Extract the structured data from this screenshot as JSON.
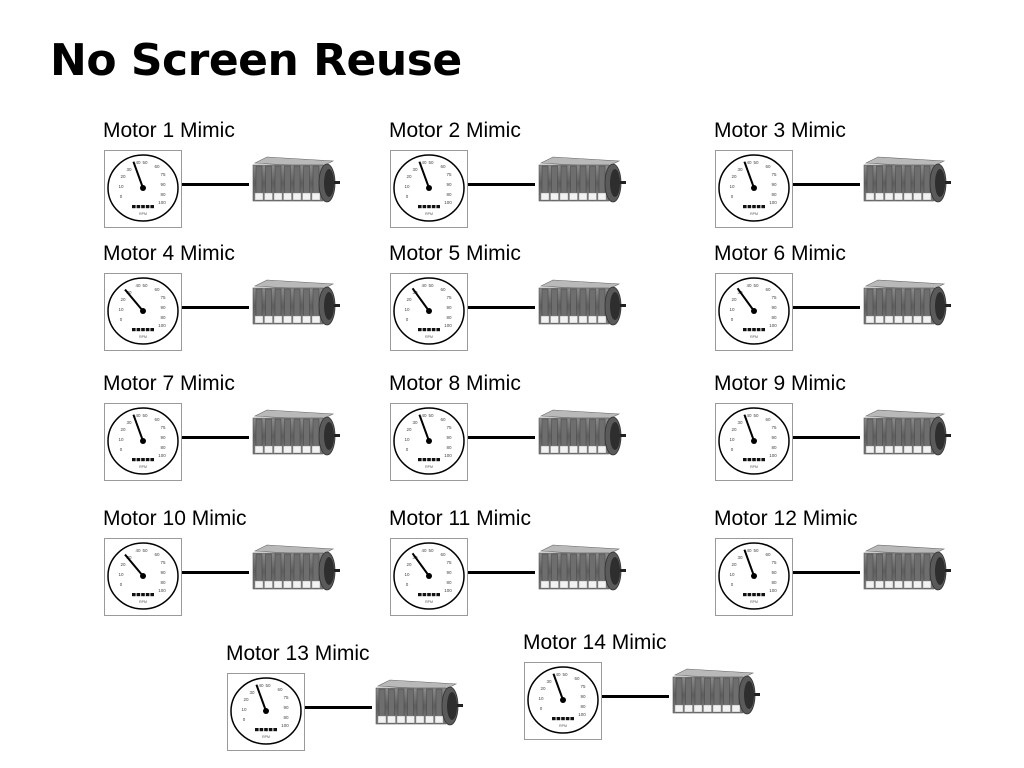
{
  "page": {
    "title": "No Screen Reuse"
  },
  "gauge_scale": [
    "0",
    "10",
    "20",
    "30",
    "40",
    "50",
    "60",
    "75",
    "90",
    "80",
    "100"
  ],
  "gauge_unit": "RPM",
  "mimics": [
    {
      "label": "Motor 1 Mimic",
      "needle_level": 0.48
    },
    {
      "label": "Motor 2 Mimic",
      "needle_level": 0.48
    },
    {
      "label": "Motor 3 Mimic",
      "needle_level": 0.48
    },
    {
      "label": "Motor 4 Mimic",
      "needle_level": 0.38
    },
    {
      "label": "Motor 5 Mimic",
      "needle_level": 0.4
    },
    {
      "label": "Motor 6 Mimic",
      "needle_level": 0.4
    },
    {
      "label": "Motor 7 Mimic",
      "needle_level": 0.48
    },
    {
      "label": "Motor 8 Mimic",
      "needle_level": 0.48
    },
    {
      "label": "Motor 9 Mimic",
      "needle_level": 0.48
    },
    {
      "label": "Motor 10 Mimic",
      "needle_level": 0.38
    },
    {
      "label": "Motor 11 Mimic",
      "needle_level": 0.4
    },
    {
      "label": "Motor 12 Mimic",
      "needle_level": 0.48
    },
    {
      "label": "Motor 13 Mimic",
      "needle_level": 0.48
    },
    {
      "label": "Motor 14 Mimic",
      "needle_level": 0.48
    }
  ]
}
